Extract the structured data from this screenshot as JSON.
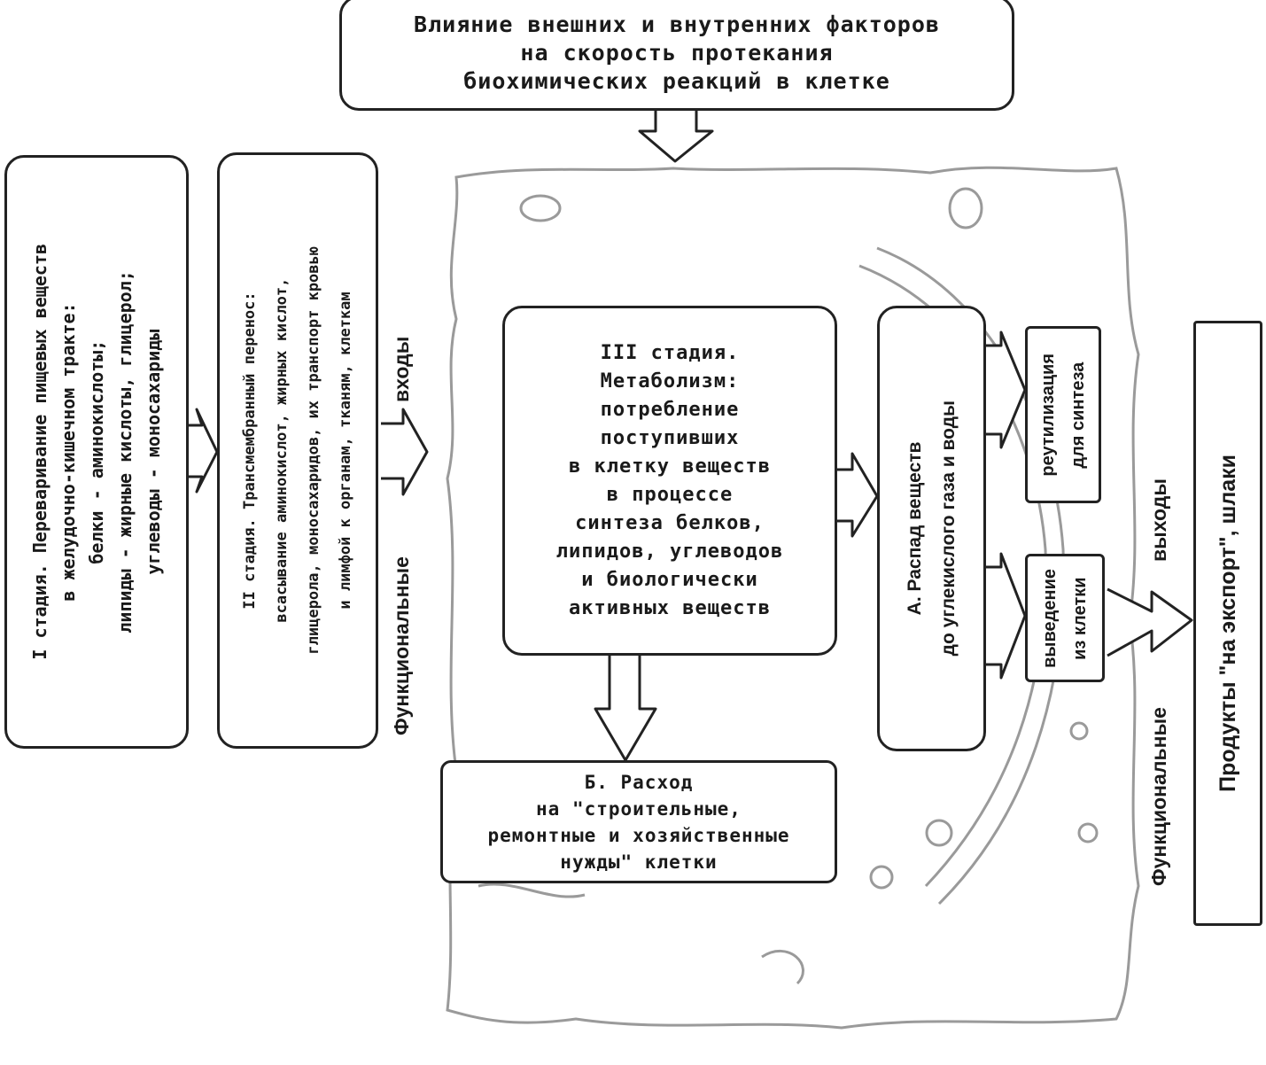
{
  "top": {
    "lines": [
      "Влияние внешних и внутренних факторов",
      "на скорость протекания",
      "биохимических реакций в клетке"
    ]
  },
  "stage1": {
    "lines": [
      "I стадия. Переваривание пищевых веществ",
      "в желудочно-кишечном тракте:",
      "белки - аминокислоты;",
      "липиды - жирные кислоты, глицерол;",
      "углеводы - моносахариды"
    ]
  },
  "stage2": {
    "lines": [
      "II стадия. Трансмембранный перенос:",
      "всасывание аминокислот, жирных кислот,",
      "глицерола, моносахаридов, их транспорт кровью",
      "и лимфой к органам, тканям, клеткам"
    ]
  },
  "inputs": {
    "word1": "Функциональные",
    "word2": "входы"
  },
  "stage3": {
    "lines": [
      "III стадия.",
      "Метаболизм:",
      "потребление",
      "поступивших",
      "в клетку веществ",
      "в процессе",
      "синтеза белков,",
      "липидов, углеводов",
      "и биологически",
      "активных веществ"
    ]
  },
  "breakdown": {
    "lines": [
      "А. Распад веществ",
      "до углекислого газа и воды"
    ]
  },
  "reuse": {
    "lines": [
      "реутилизация",
      "для синтеза"
    ]
  },
  "excretion": {
    "lines": [
      "выведение",
      "из клетки"
    ]
  },
  "outputs": {
    "word1": "Функциональные",
    "word2": "выходы"
  },
  "products": {
    "text": "Продукты \"на экспорт\", шлаки"
  },
  "expense": {
    "lines": [
      "Б. Расход",
      "на \"строительные,",
      "ремонтные и хозяйственные",
      "нужды\" клетки"
    ]
  }
}
